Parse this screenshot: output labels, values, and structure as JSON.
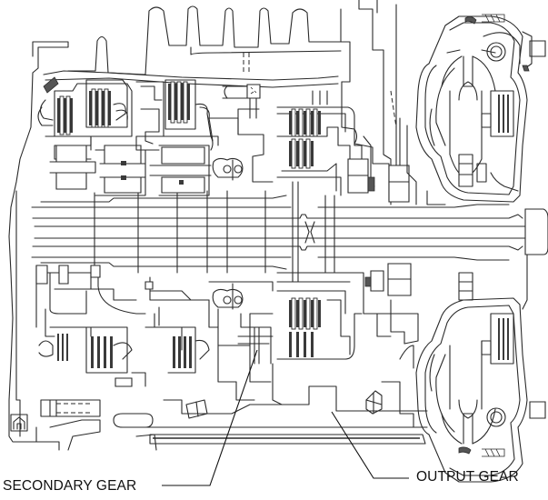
{
  "diagram": {
    "subject": "automatic transaxle cross-section",
    "line_color": "#2a2a2a",
    "background": "#ffffff",
    "callouts": [
      {
        "id": "secondary-gear",
        "label": "SECONDARY GEAR"
      },
      {
        "id": "output-gear",
        "label": "OUTPUT GEAR"
      }
    ],
    "symbols": {
      "case_mark": "up-arrow-in-box"
    }
  }
}
